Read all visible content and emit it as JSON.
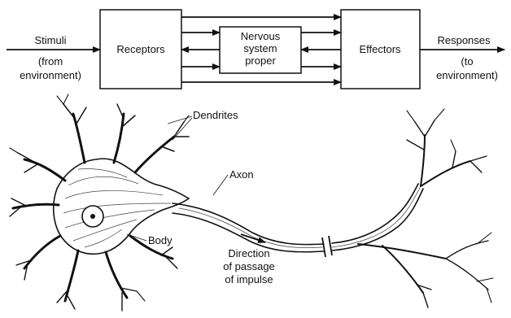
{
  "flow": {
    "stimuli": "Stimuli",
    "stimuli_source_line1": "(from",
    "stimuli_source_line2": "environment)",
    "receptors": "Receptors",
    "nervous_line1": "Nervous",
    "nervous_line2": "system",
    "nervous_line3": "proper",
    "effectors": "Effectors",
    "responses": "Responses",
    "responses_target_line1": "(to",
    "responses_target_line2": "environment)"
  },
  "neuron": {
    "dendrites": "Dendrites",
    "axon": "Axon",
    "body": "Body",
    "direction_line1": "Direction",
    "direction_line2": "of passage",
    "direction_line3": "of impulse"
  }
}
